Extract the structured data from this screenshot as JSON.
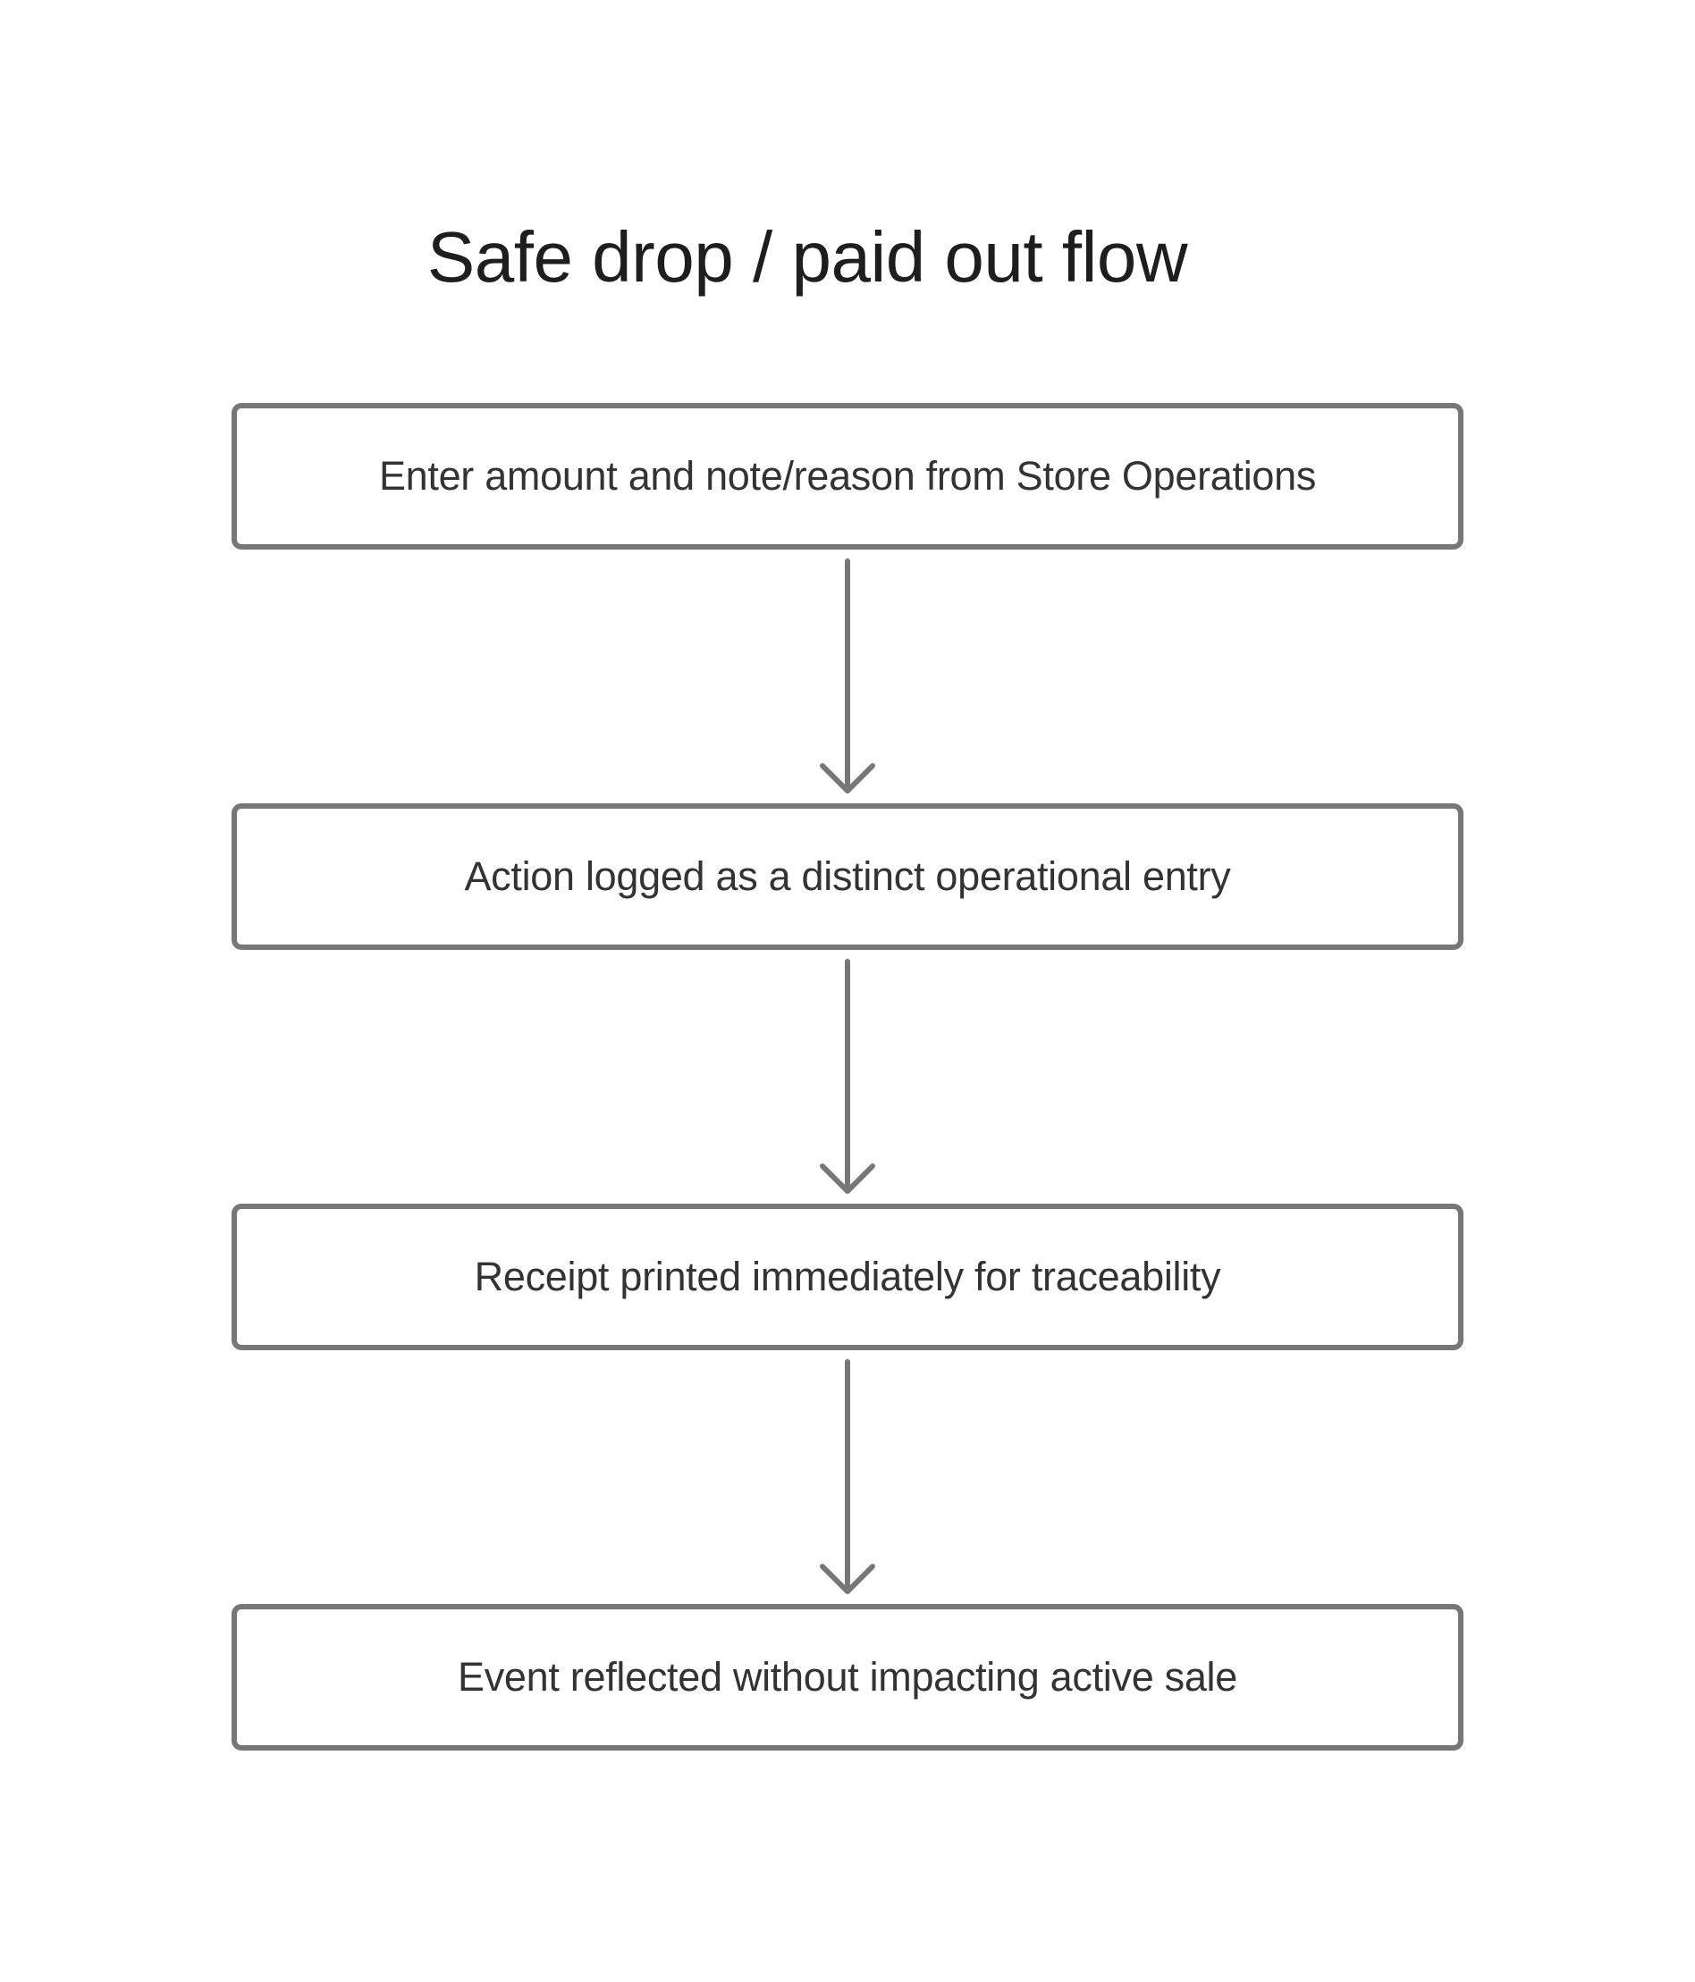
{
  "title": "Safe drop / paid out flow",
  "steps": [
    {
      "label": "Enter amount and note/reason from Store Operations"
    },
    {
      "label": "Action logged as a distinct operational entry"
    },
    {
      "label": "Receipt printed immediately for traceability"
    },
    {
      "label": "Event reflected without impacting active sale"
    }
  ],
  "colors": {
    "border": "#777777",
    "text": "#333333",
    "title": "#1e1e1e"
  }
}
